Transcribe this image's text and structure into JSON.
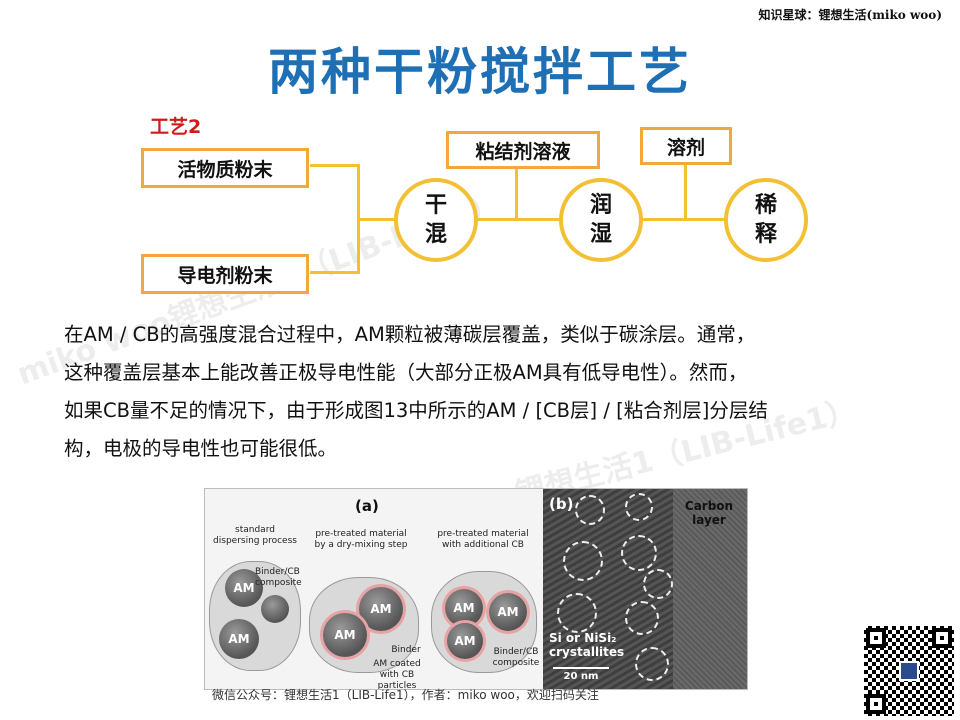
{
  "header": {
    "watermark": "知识星球：锂想生活(miko woo)"
  },
  "title": "两种干粉搅拌工艺",
  "process": {
    "label": "工艺2",
    "inputs": [
      "活物质粉末",
      "导电剂粉末"
    ],
    "additives": [
      "粘结剂溶液",
      "溶剂"
    ],
    "steps": [
      {
        "line1": "干",
        "line2": "混"
      },
      {
        "line1": "润",
        "line2": "湿"
      },
      {
        "line1": "稀",
        "line2": "释"
      }
    ]
  },
  "paragraph": [
    "在AM / CB的高强度混合过程中，AM颗粒被薄碳层覆盖，类似于碳涂层。通常，",
    "这种覆盖层基本上能改善正极导电性能（大部分正极AM具有低导电性）。然而，",
    "如果CB量不足的情况下，由于形成图13中所示的AM / [CB层] / [粘合剂层]分层结",
    "构，电极的导电性也可能很低。"
  ],
  "watermarks": [
    "miko woo锂想生活1（LIB-Life1）",
    "锂想生活1（LIB-Life1）"
  ],
  "figure": {
    "panel_a": {
      "label": "(a)",
      "col1": "standard\ndispersing process",
      "col2": "pre-treated material\nby a dry-mixing step",
      "col3": "pre-treated material\nwith additional CB",
      "am": "AM",
      "note_binder_cb": "Binder/CB\ncomposite",
      "note_binder": "Binder",
      "note_coated": "AM coated\nwith CB particles",
      "note_binder_cb2": "Binder/CB\ncomposite"
    },
    "panel_b": {
      "label": "(b)",
      "carbon": "Carbon\nlayer",
      "crystal": "Si or NiSi₂\ncrystallites",
      "scale": "20 nm"
    }
  },
  "caption": "微信公众号：锂想生活1（LIB-Life1），作者：miko woo，欢迎扫码关注",
  "colors": {
    "title": "#1f6fb5",
    "label": "#d11a1a",
    "box_border": "#f2a93b",
    "circle_border": "#f3c033"
  },
  "icons": {
    "qr": "qr-code-icon"
  }
}
